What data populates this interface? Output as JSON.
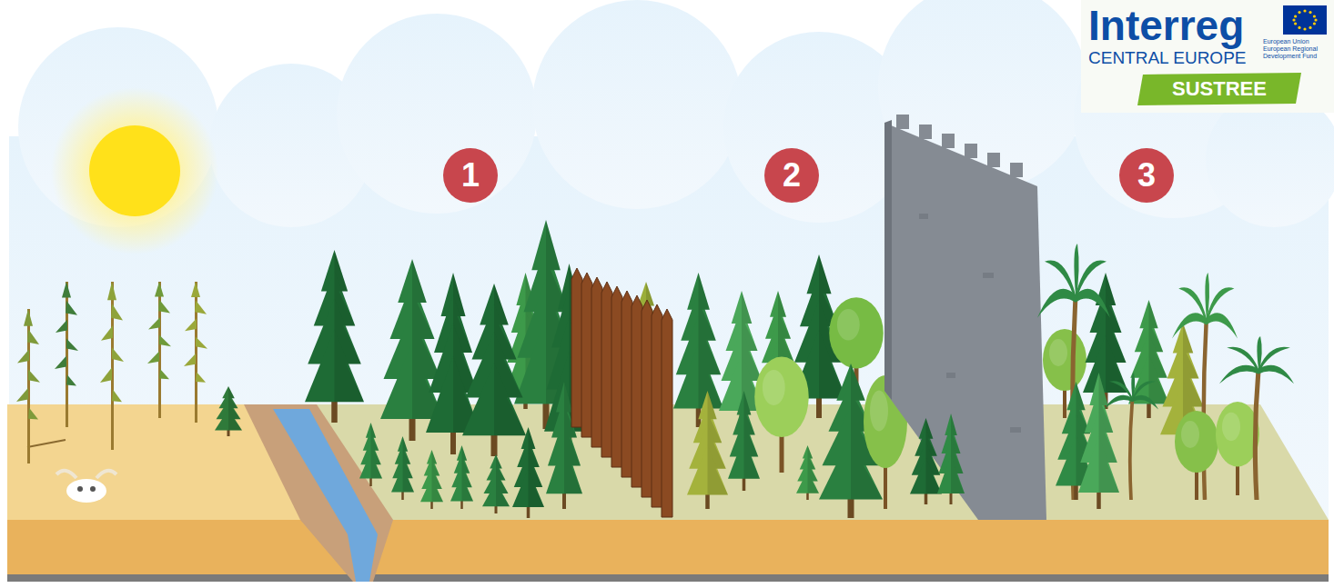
{
  "diagram": {
    "nodes": [
      {
        "text": [
          "1"
        ]
      },
      {
        "text": [
          "2"
        ]
      },
      {
        "text": [
          "3"
        ]
      },
      {
        "text": [
          "SUSTREE"
        ]
      }
    ],
    "labels": [
      "Interreg",
      "CENTRAL EUROPE",
      "European Union",
      "European Regional Development Fund"
    ]
  }
}
